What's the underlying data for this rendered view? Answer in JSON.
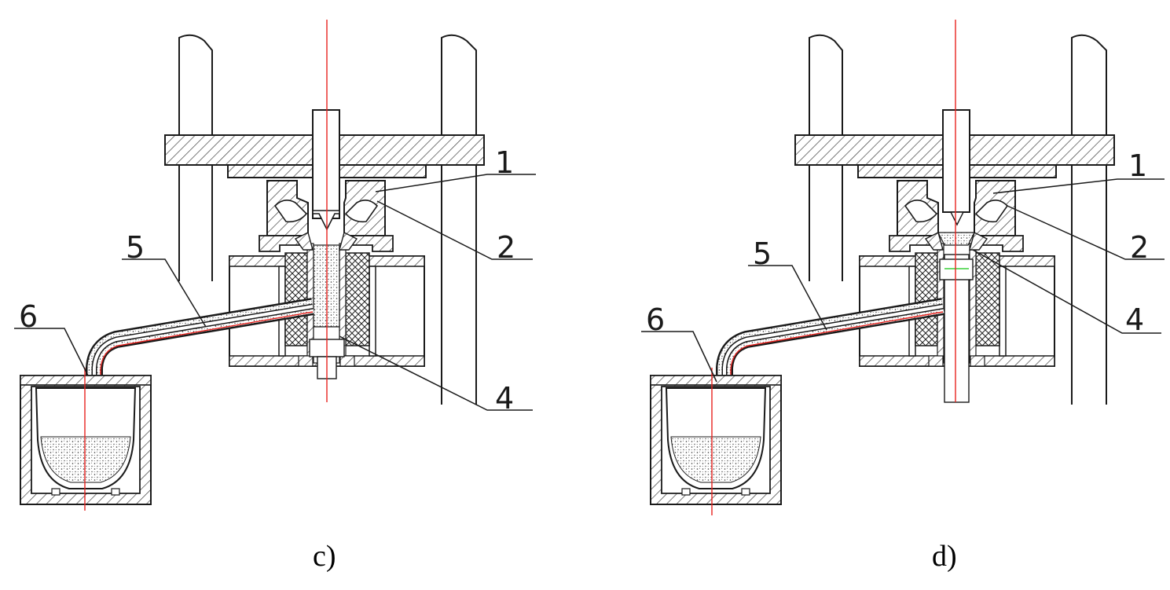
{
  "figure": {
    "panels": [
      {
        "id": "c",
        "caption": "c)",
        "labels": {
          "l1": "1",
          "l2": "2",
          "l4": "4",
          "l5": "5",
          "l6": "6"
        }
      },
      {
        "id": "d",
        "caption": "d)",
        "labels": {
          "l1": "1",
          "l2": "2",
          "l4": "4",
          "l5": "5",
          "l6": "6"
        }
      }
    ],
    "colors": {
      "line": "#1a1a1a",
      "centerline": "#e8231f",
      "hatch": "#333333",
      "marker": "#3ad13a"
    }
  }
}
